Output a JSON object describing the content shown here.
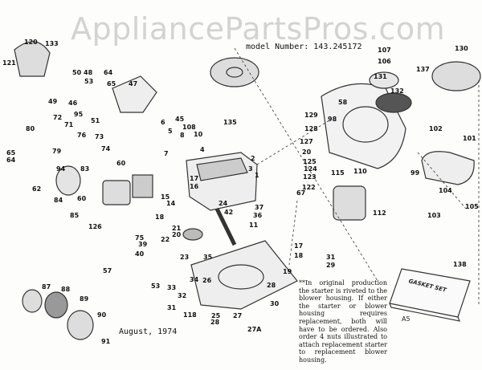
{
  "watermark": "AppliancePartsPros.com",
  "model_number": "model Number: 143.245172",
  "date": "August, 1974",
  "note": "**In original production the starter is riveted to the blower housing. If either the starter or blower housing requires replacement, both will have to be ordered. Also order 4 nuts illustrated to attach replacement starter to replacement blower housing.",
  "gasket_set_label": "GASKET SET",
  "reference_code": "A5",
  "part_labels": [
    "120",
    "133",
    "121",
    "50",
    "48",
    "64",
    "53",
    "65",
    "47",
    "49",
    "46",
    "95",
    "51",
    "45",
    "108",
    "135",
    "72",
    "71",
    "76",
    "73",
    "74",
    "80",
    "79",
    "65",
    "64",
    "94",
    "83",
    "60",
    "62",
    "84",
    "60",
    "85",
    "126",
    "15",
    "14",
    "16",
    "17",
    "6",
    "5",
    "8",
    "7",
    "10",
    "4",
    "2",
    "3",
    "1",
    "37",
    "36",
    "11",
    "24",
    "42",
    "18",
    "21",
    "20",
    "22",
    "75",
    "39",
    "40",
    "23",
    "35",
    "57",
    "53",
    "33",
    "34",
    "32",
    "31",
    "118",
    "26",
    "25",
    "28",
    "27",
    "27A",
    "30",
    "28",
    "19",
    "17",
    "18",
    "31",
    "29",
    "87",
    "88",
    "89",
    "90",
    "91",
    "129",
    "128",
    "127",
    "20",
    "125",
    "124",
    "123",
    "122",
    "67",
    "98",
    "115",
    "110",
    "99",
    "112",
    "107",
    "106",
    "131",
    "132",
    "58",
    "130",
    "137",
    "102",
    "101",
    "104",
    "103",
    "105",
    "138"
  ]
}
